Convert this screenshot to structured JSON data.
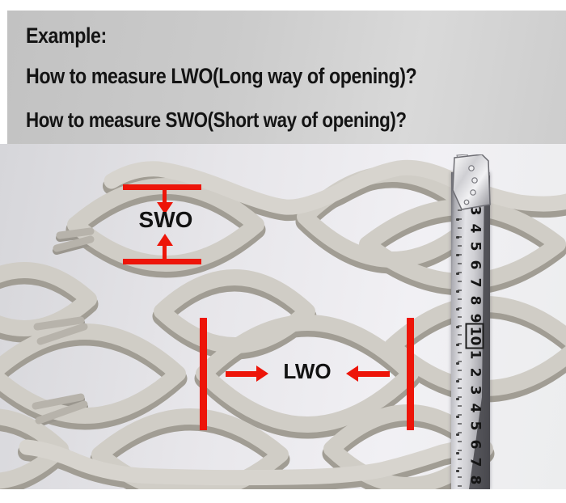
{
  "header": {
    "line1": "Example:",
    "line2": "How to measure LWO(Long way of opening)?",
    "line3": "How to measure SWO(Short way of opening)?"
  },
  "annotations": {
    "swo_label": "SWO",
    "lwo_label": "LWO",
    "arrow_color": "#ed1509",
    "label_color": "#121212"
  },
  "tape": {
    "numbers": [
      "3",
      "4",
      "5",
      "6",
      "7",
      "8",
      "9",
      "10",
      "1",
      "2",
      "3",
      "4",
      "5",
      "6",
      "7",
      "8"
    ],
    "boxed_value": "10"
  }
}
